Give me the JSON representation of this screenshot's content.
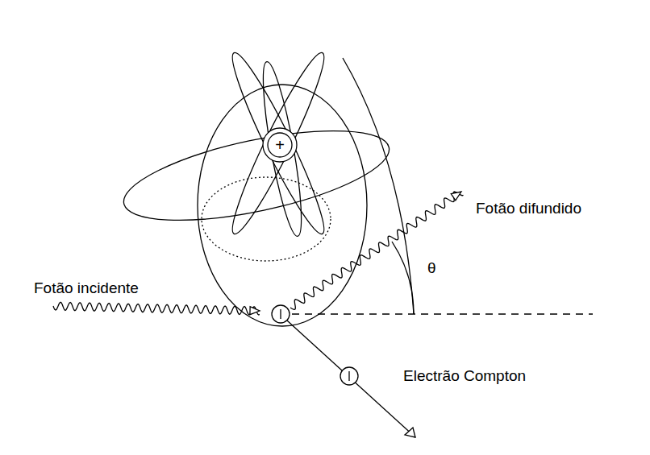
{
  "diagram": {
    "nodes": [
      {
        "text": [
          "+"
        ]
      }
    ],
    "labels": [
      "Fotão difundido",
      "θ",
      "Fotão incidente",
      "Electrão Compton"
    ]
  }
}
